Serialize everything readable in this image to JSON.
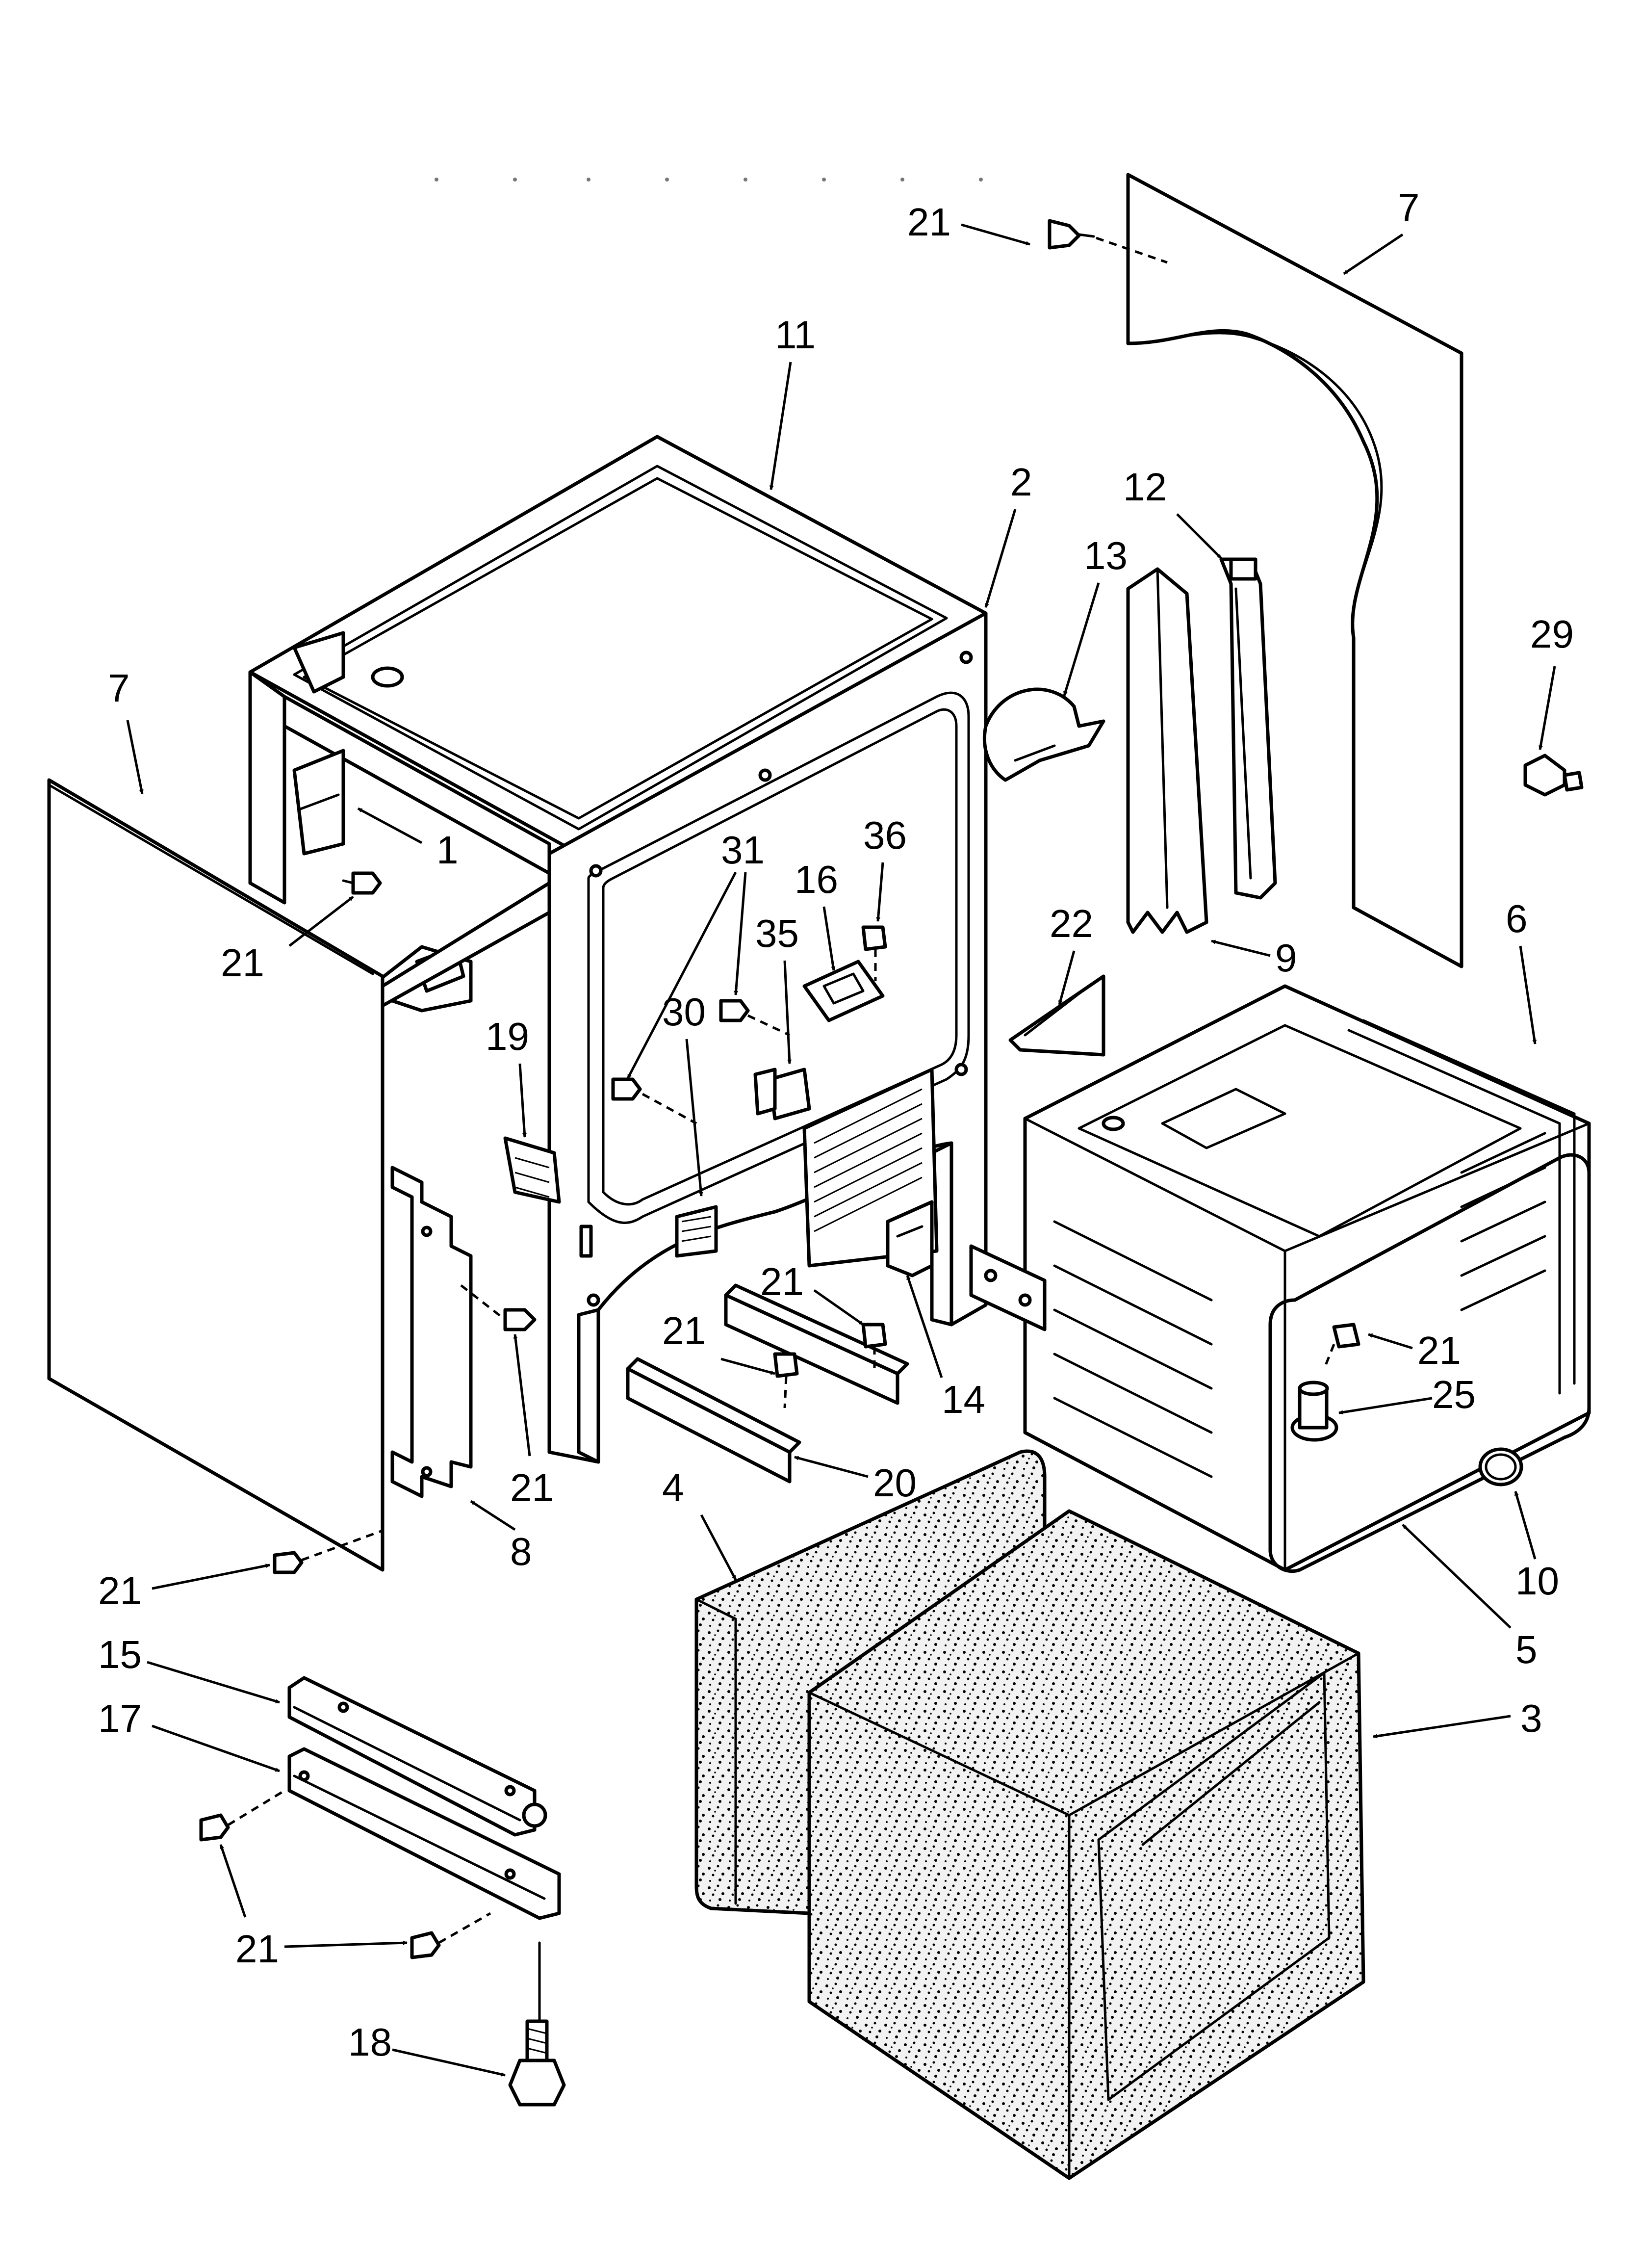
{
  "diagram": {
    "callouts": {
      "c7_top": "7",
      "c21_top": "21",
      "c11": "11",
      "c2": "2",
      "c12": "12",
      "c13": "13",
      "c29": "29",
      "c7_left": "7",
      "c1": "1",
      "c21_a": "21",
      "c31": "31",
      "c36": "36",
      "c16": "16",
      "c35": "35",
      "c22": "22",
      "c9": "9",
      "c6": "6",
      "c30": "30",
      "c19": "19",
      "c21_b": "21",
      "c21_c": "21",
      "c14": "14",
      "c21_d": "21",
      "c25": "25",
      "c20": "20",
      "c21_e": "21",
      "c8": "8",
      "c4": "4",
      "c10": "10",
      "c21_f": "21",
      "c5": "5",
      "c15": "15",
      "c3": "3",
      "c17": "17",
      "c21_g": "21",
      "c18": "18"
    }
  }
}
